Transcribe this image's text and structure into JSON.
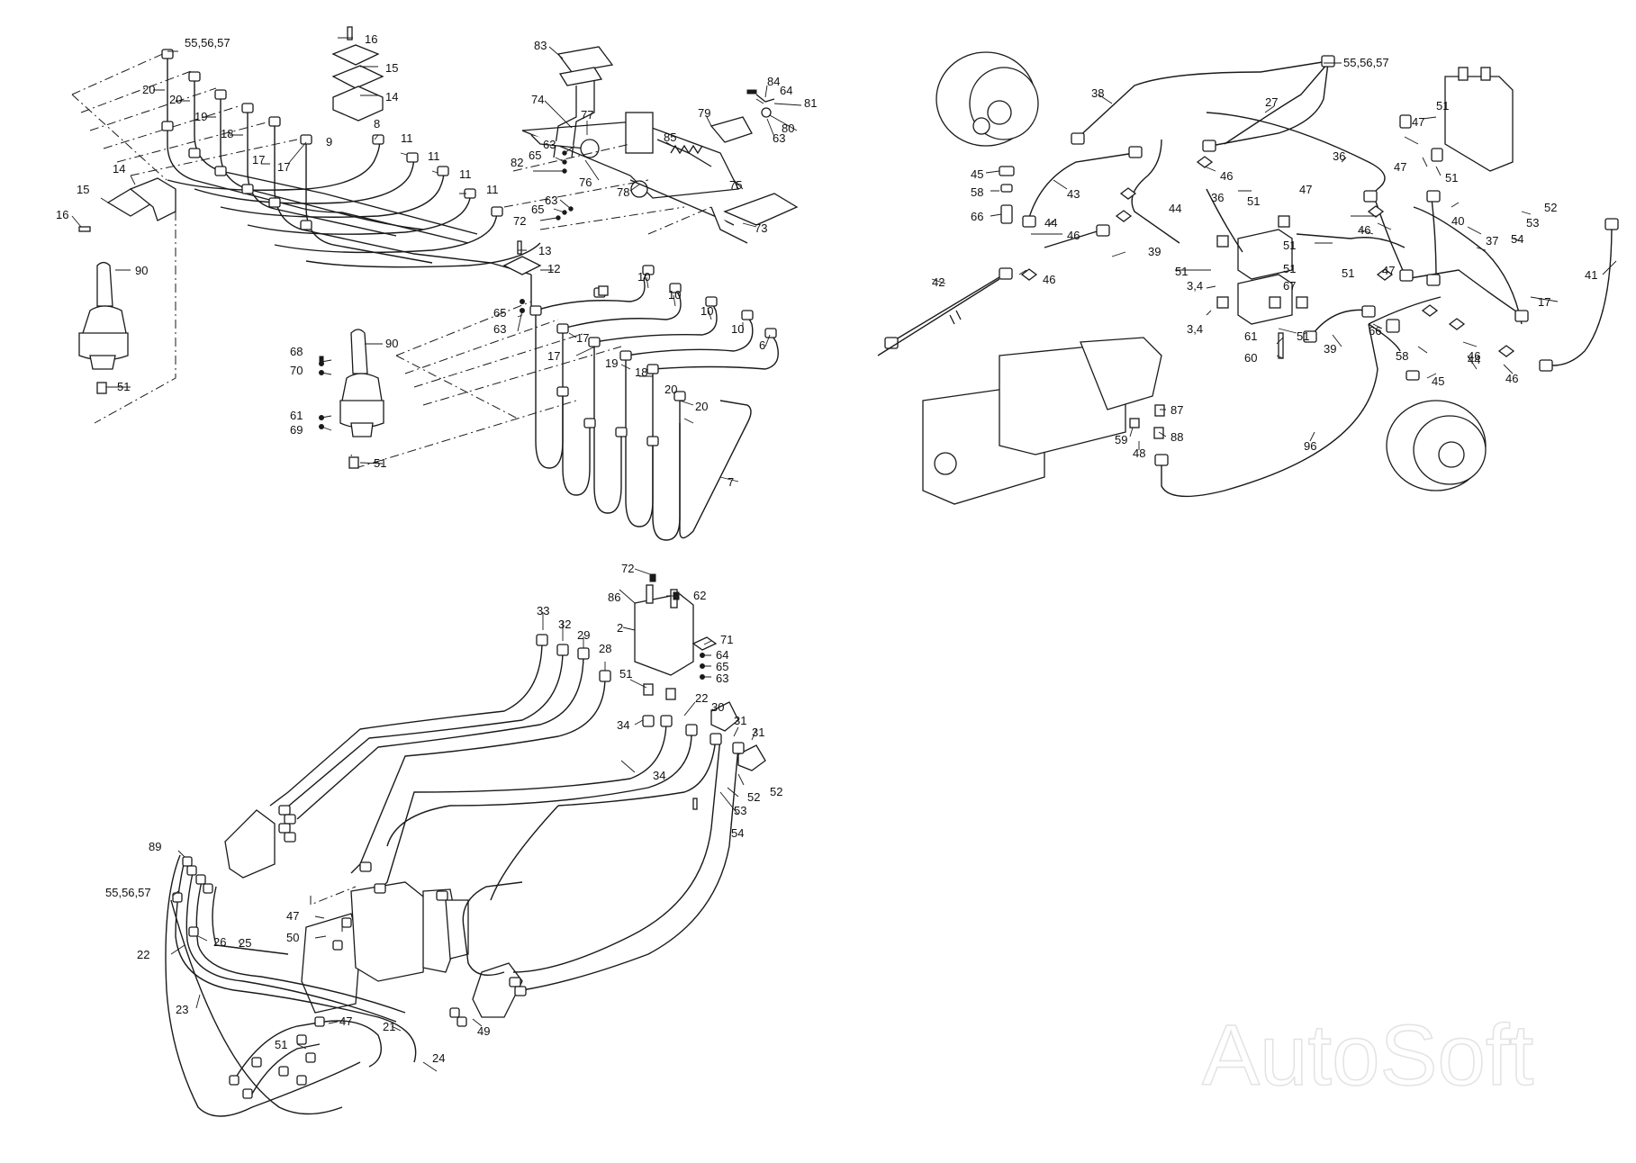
{
  "watermark": "AutoSoft",
  "callouts": {
    "joystick_left": [
      "55,56,57",
      "16",
      "15",
      "14",
      "20",
      "20",
      "19",
      "18",
      "17",
      "17",
      "9",
      "8",
      "11",
      "11",
      "11",
      "11",
      "14",
      "15",
      "16",
      "90",
      "51",
      "13",
      "12",
      "65",
      "63",
      "17",
      "17",
      "19",
      "18",
      "20",
      "20",
      "10",
      "10",
      "10",
      "10",
      "6",
      "7",
      "68",
      "70",
      "61",
      "69",
      "90",
      "51"
    ],
    "pedal": [
      "83",
      "74",
      "77",
      "63",
      "65",
      "82",
      "76",
      "78",
      "85",
      "79",
      "84",
      "64",
      "81",
      "80",
      "63",
      "75",
      "73",
      "72",
      "65",
      "63"
    ],
    "drive_circuit": [
      "38",
      "55,56,57",
      "27",
      "51",
      "47",
      "47",
      "51",
      "45",
      "58",
      "66",
      "43",
      "44",
      "46",
      "46",
      "36",
      "44",
      "36",
      "39",
      "51",
      "47",
      "51",
      "51",
      "46",
      "40",
      "52",
      "53",
      "54",
      "37",
      "3,4",
      "51",
      "67",
      "51",
      "47",
      "17",
      "41",
      "42",
      "46",
      "3,4",
      "61",
      "60",
      "51",
      "39",
      "66",
      "58",
      "46",
      "44",
      "46",
      "45",
      "87",
      "59",
      "48",
      "88",
      "96"
    ],
    "pump_circuit": [
      "72",
      "86",
      "62",
      "2",
      "71",
      "64",
      "65",
      "63",
      "33",
      "32",
      "29",
      "28",
      "51",
      "22",
      "30",
      "31",
      "31",
      "34",
      "34",
      "52",
      "52",
      "53",
      "54",
      "89",
      "55,56,57",
      "47",
      "50",
      "22",
      "26",
      "25",
      "23",
      "47",
      "21",
      "51",
      "24",
      "49"
    ]
  }
}
